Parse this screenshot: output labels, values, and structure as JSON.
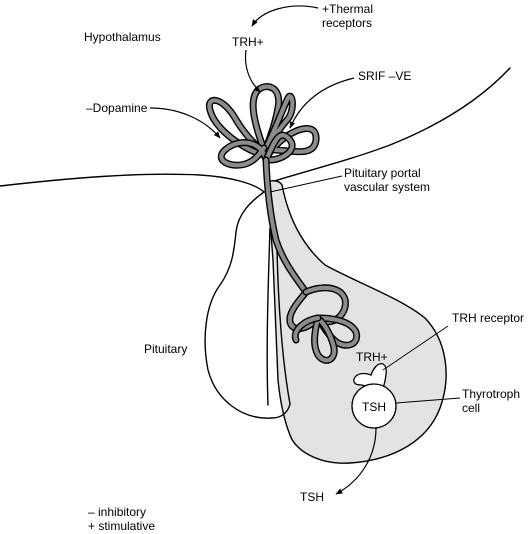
{
  "labels": {
    "hypothalamus": "Hypothalamus",
    "thermal_line1": "+Thermal",
    "thermal_line2": "receptors",
    "trh_top": "TRH+",
    "srif": "SRIF –VE",
    "dopamine": "–Dopamine",
    "portal_line1": "Pituitary portal",
    "portal_line2": "vascular system",
    "pituitary": "Pituitary",
    "trh_receptor": "TRH receptor",
    "trh_cell": "TRH+",
    "tsh_cell": "TSH",
    "thyrotroph_line1": "Thyrotroph",
    "thyrotroph_line2": "cell",
    "tsh_output": "TSH",
    "legend_inhibitory": "– inhibitory",
    "legend_stimulative": "+ stimulative"
  },
  "colors": {
    "anterior_fill": "#e3e3e3",
    "vessel_outline": "#000000",
    "vessel_core": "#8c8c8c",
    "line": "#000000"
  }
}
